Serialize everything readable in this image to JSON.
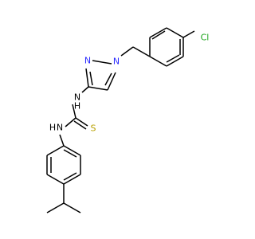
{
  "molecule": {
    "atoms": {
      "cl": {
        "label": "Cl",
        "color": "#1aa31a"
      },
      "n1": {
        "label": "N",
        "color": "#2b2bff"
      },
      "n2": {
        "label": "N",
        "color": "#2b2bff"
      },
      "nh1": {
        "label": "N",
        "color": "#000000"
      },
      "h1": {
        "label": "H",
        "color": "#000000"
      },
      "nh2": {
        "label": "N",
        "color": "#000000"
      },
      "h2": {
        "label": "H",
        "color": "#000000"
      },
      "s": {
        "label": "S",
        "color": "#b8a000"
      }
    }
  }
}
